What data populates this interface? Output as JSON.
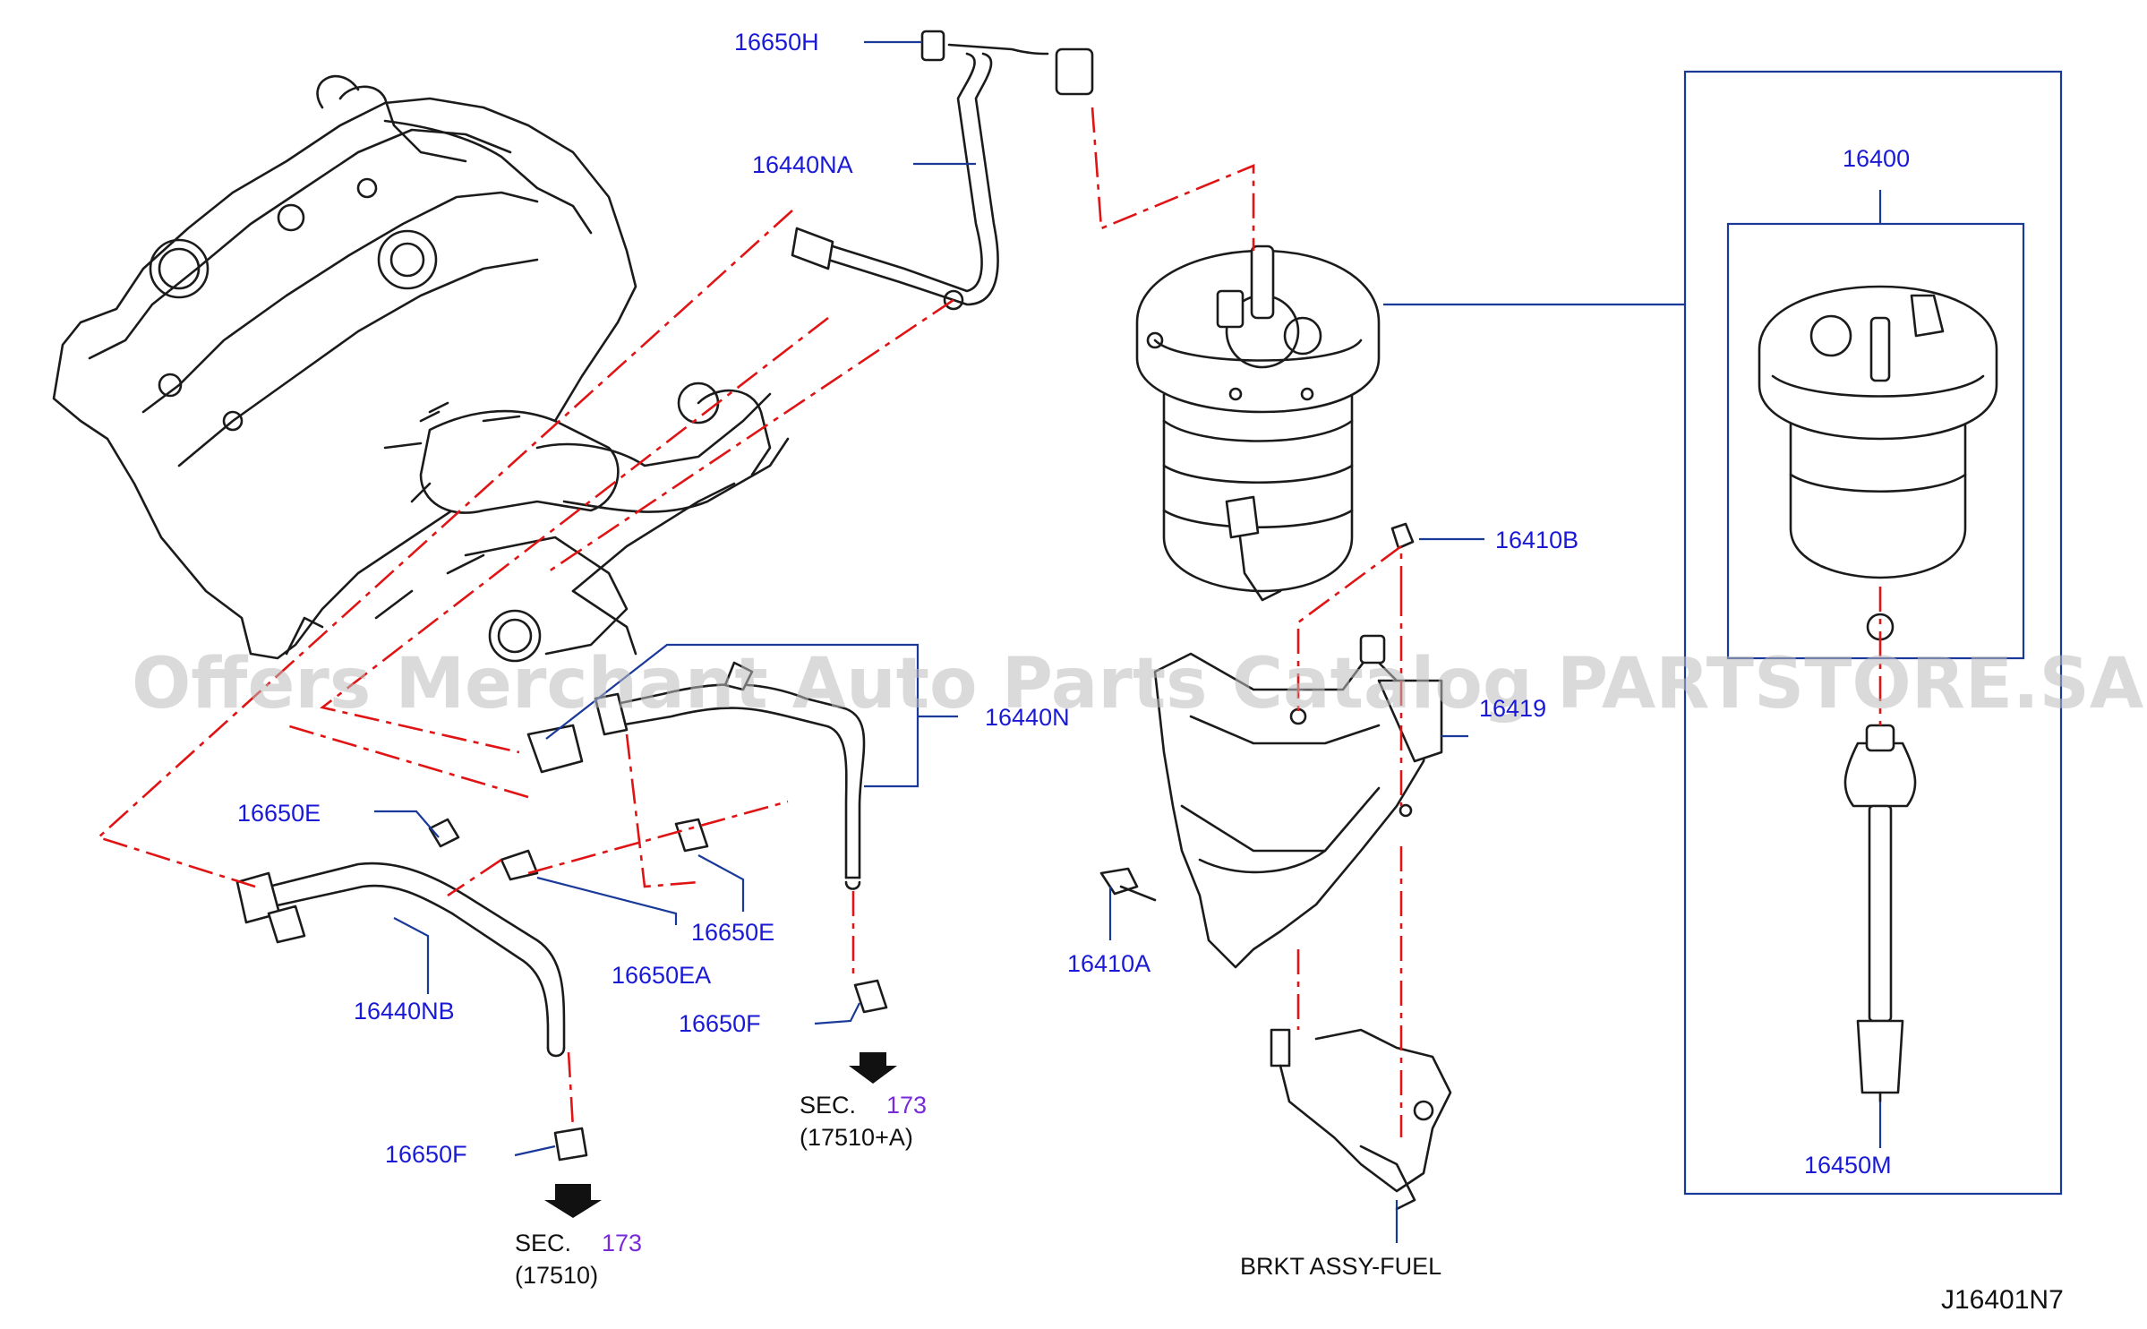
{
  "watermark": "Offers Merchant Auto Parts Catalog PARTSTORE.SA",
  "diagram_code": "J16401N7",
  "callouts": {
    "c16650H": "16650H",
    "c16440NA": "16440NA",
    "c16400": "16400",
    "c16410B": "16410B",
    "c16419": "16419",
    "c16440N": "16440N",
    "c16650E_a": "16650E",
    "c16650E_b": "16650E",
    "c16650EA": "16650EA",
    "c16440NB": "16440NB",
    "c16650F_a": "16650F",
    "c16650F_b": "16650F",
    "c16410A": "16410A",
    "c16450M": "16450M"
  },
  "sections": {
    "sec_a_prefix": "SEC.",
    "sec_a_num": "173",
    "sec_a_ref": "(17510)",
    "sec_b_prefix": "SEC.",
    "sec_b_num": "173",
    "sec_b_ref": "(17510+A)"
  },
  "bracket_label": "BRKT   ASSY-FUEL",
  "colors": {
    "callout": "#1a1ad6",
    "section_number": "#7a2bd8",
    "leader": "#1a3a9a",
    "dash_line": "#e01414"
  }
}
